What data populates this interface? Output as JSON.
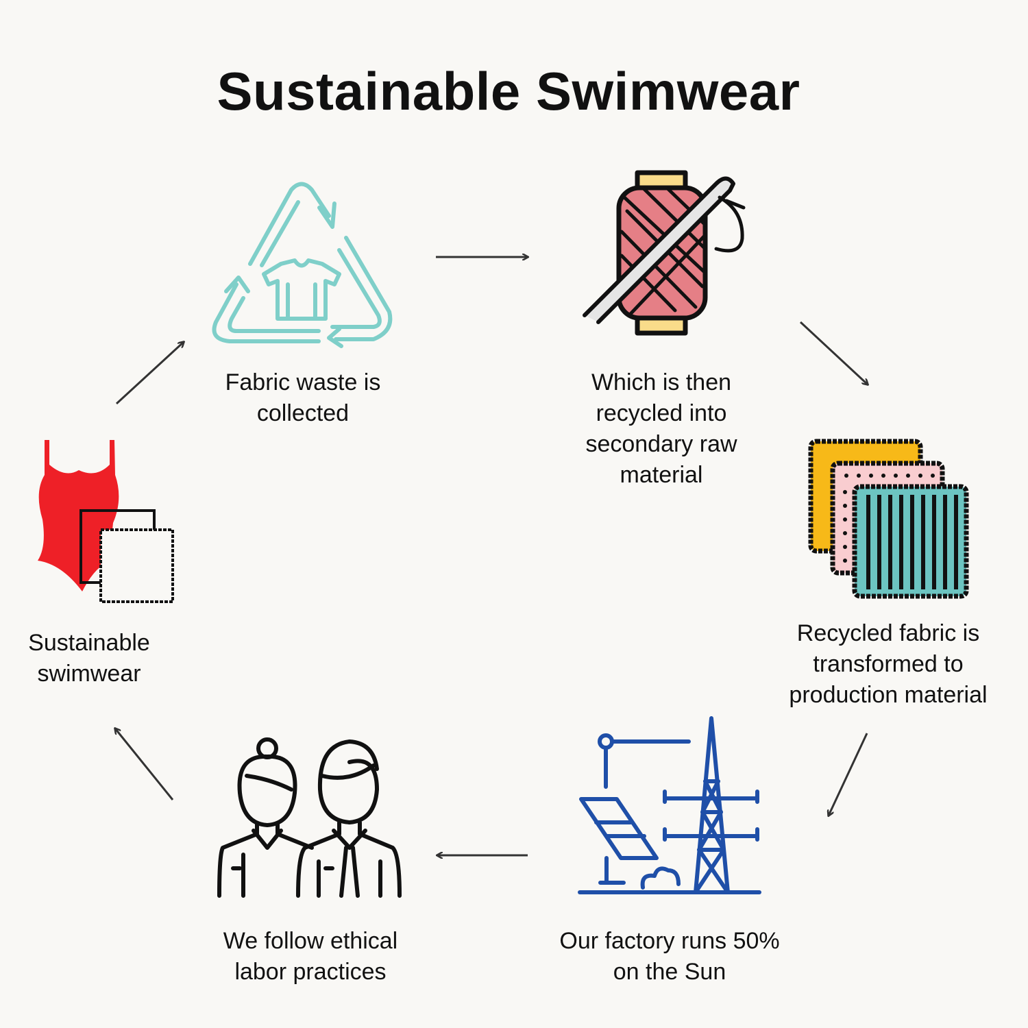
{
  "title": "Sustainable Swimwear",
  "steps": [
    {
      "id": "collect",
      "icon": "recycle-tshirt-icon",
      "lines": [
        "Fabric waste is",
        "collected"
      ],
      "color": "#7fcfc9"
    },
    {
      "id": "recycle",
      "icon": "thread-spool-needle-icon",
      "lines": [
        "Which is then",
        "recycled into",
        "secondary raw",
        "material"
      ],
      "color": "#e57f86"
    },
    {
      "id": "transform",
      "icon": "fabric-swatches-icon",
      "lines": [
        "Recycled fabric is",
        "transformed to",
        "production material"
      ],
      "color": "#6cc4c1"
    },
    {
      "id": "solar",
      "icon": "solar-power-tower-icon",
      "lines": [
        "Our factory runs 50%",
        "on the Sun"
      ],
      "color": "#1f4fa8"
    },
    {
      "id": "labor",
      "icon": "workers-icon",
      "lines": [
        "We follow ethical",
        "labor practices"
      ],
      "color": "#111111"
    },
    {
      "id": "swimwear",
      "icon": "swimsuit-fabric-icon",
      "lines": [
        "Sustainable",
        "swimwear"
      ],
      "color": "#ee2027"
    }
  ]
}
